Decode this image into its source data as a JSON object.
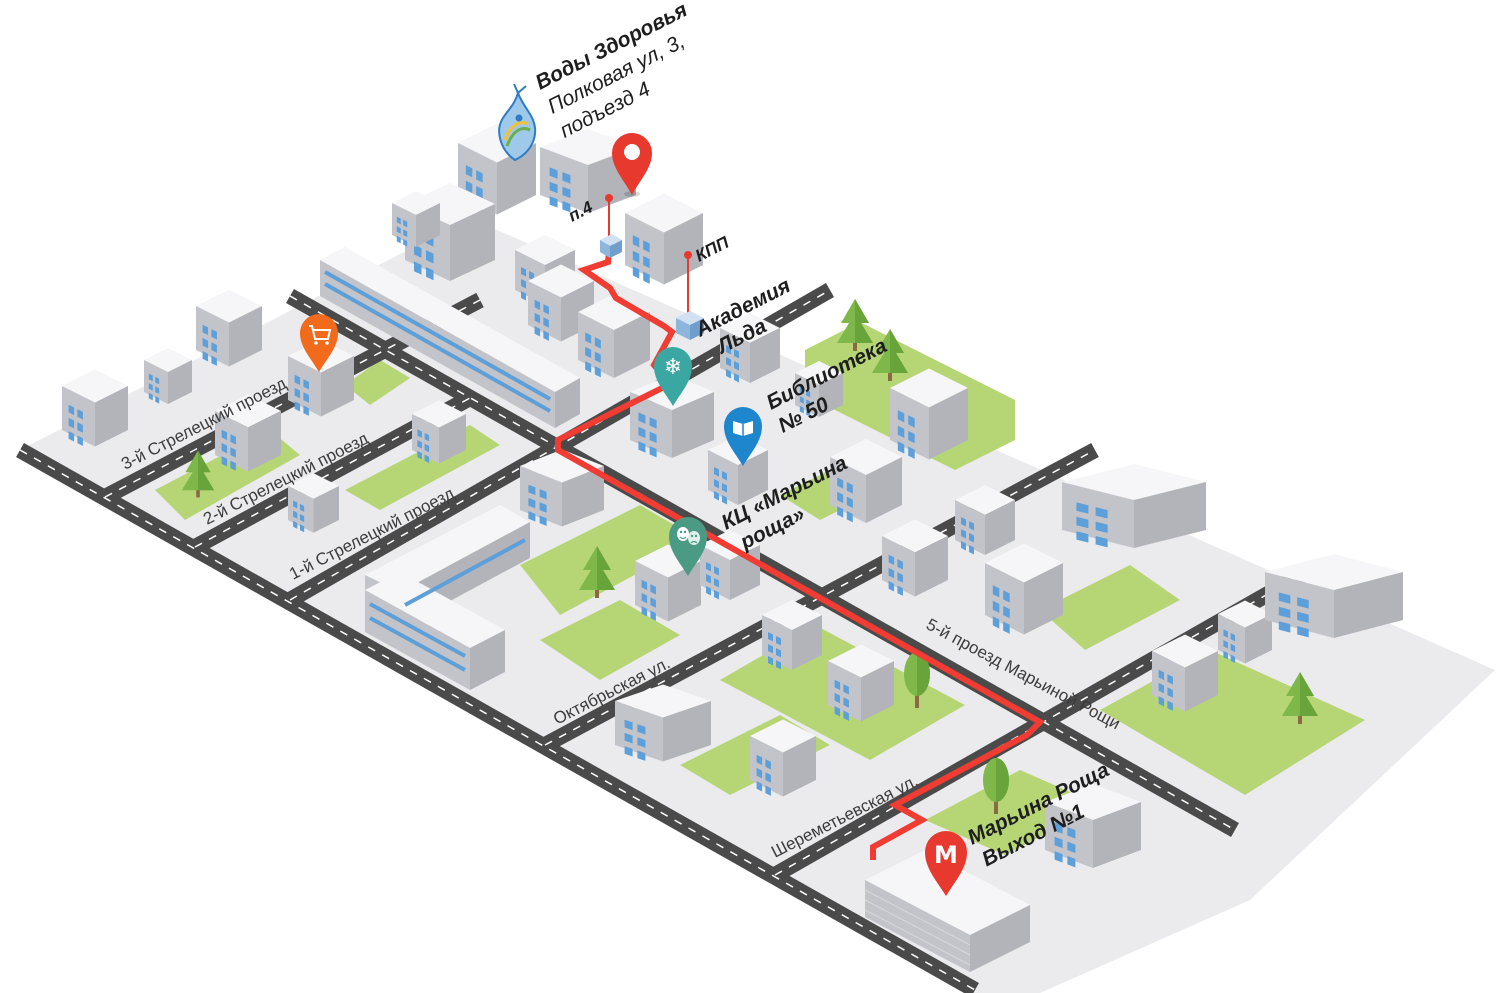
{
  "pois": {
    "water": {
      "name": "Воды Здоровья",
      "line1": "Полковая ул, 3,",
      "line2": "подъезд 4"
    },
    "entrance": "п.4",
    "checkpoint": "КПП",
    "ice": {
      "line1": "Академия",
      "line2": "Льда"
    },
    "library": {
      "line1": "Библиотека",
      "line2": "№ 50"
    },
    "culture": {
      "line1": "КЦ «Марьина",
      "line2": "роща»"
    },
    "metro": {
      "line1": "Марьина Роща",
      "line2": "Выход №1",
      "glyph": "M"
    }
  },
  "streets": {
    "strel3": "3-й Стрелецкий проезд",
    "strel2": "2-й Стрелецкий проезд",
    "strel1": "1-й Стрелецкий проезд",
    "oktyabr": "Октябрьская ул.",
    "sheremet": "Шереметьевская ул.",
    "maryina5": "5-й проезд Марьиной Рощи"
  },
  "icons": {
    "shop": "shopping-cart-icon",
    "ice": "snowflake-icon",
    "library": "book-icon",
    "culture": "theater-masks-icon",
    "metro": "metro-icon",
    "water": "water-drop-logo",
    "destination": "location-pin-icon"
  },
  "colors": {
    "route": "#f03c32",
    "destination_pin": "#e8392f",
    "shop_pin": "#f26a1b",
    "ice_pin": "#3aa7a3",
    "library_pin": "#1e86cc",
    "culture_pin": "#4a9a84",
    "metro_pin": "#e8392f",
    "park": "#b6d676",
    "road": "#4a4a4a",
    "ground": "#ebebed"
  }
}
